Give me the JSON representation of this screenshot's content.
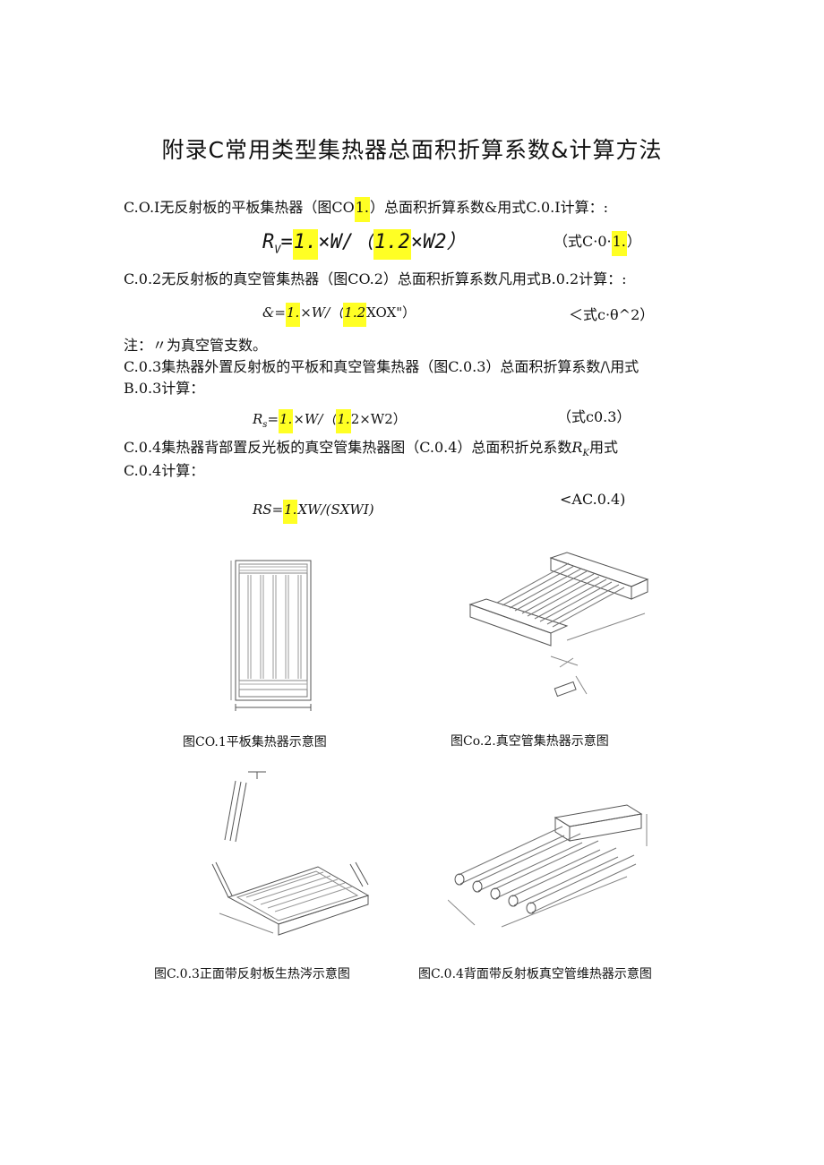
{
  "title": "附录C常用类型集热器总面积折算系数&计算方法",
  "s1": {
    "pre": "C.O.I无反射板的平板集热器（图CO",
    "hl": "1.",
    "post": "）总面积折算系数&用式C.0.I计算：:"
  },
  "eq1": {
    "a": "R",
    "sub": "V",
    "b": "=",
    "hl1": "1.",
    "c": "×W/（",
    "hl2": "1.2",
    "d": "×W2）",
    "tag_pre": "（式C·0·",
    "tag_hl": "1.",
    "tag_post": "）"
  },
  "s2": {
    "text": "C.0.2无反射板的真空管集热器（图CO.2）总面积折算系数凡用式B.0.2计算：:"
  },
  "eq2": {
    "a": "&=",
    "hl1": "1.",
    "b": "×W/（",
    "hl2": "1.2",
    "c": "XOX\"）",
    "tag": "＜式c·θ^2）"
  },
  "note": "注：〃为真空管支数。",
  "s3": {
    "line1": "C.0.3集热器外置反射板的平板和真空管集热器（图C.0.3）总面积折算系数∕\\用式",
    "line2": "B.0.3计算："
  },
  "eq3": {
    "a": "R",
    "sub": "s",
    "b": "=",
    "hl1": "1.",
    "c": "×W/（",
    "hl2": "1.",
    "d": "2×W2）",
    "tag": "（式c0.3）"
  },
  "s4": {
    "line1a": "C.0.4集热器背部置反光板的真空管集热器图（C.0.4）总面积折兑系数",
    "line1b": "R",
    "line1sub": "K",
    "line1c": "用式",
    "line2": "C.0.4计算："
  },
  "eq4": {
    "a": "RS=",
    "hl": "1.",
    "b": "XW/(SXWI)",
    "tag": "<AC.0.4)"
  },
  "captions": {
    "c1": "图CO.1平板集热器示意图",
    "c2": "图Co.2.真空管集热器示意图",
    "c3": "图C.0.3正面带反射板生热涔示意图",
    "c4": "图C.0.4背面带反射板真空管维热器示意图"
  },
  "colors": {
    "highlight": "#ffff24",
    "text": "#111111",
    "line": "#555555"
  }
}
